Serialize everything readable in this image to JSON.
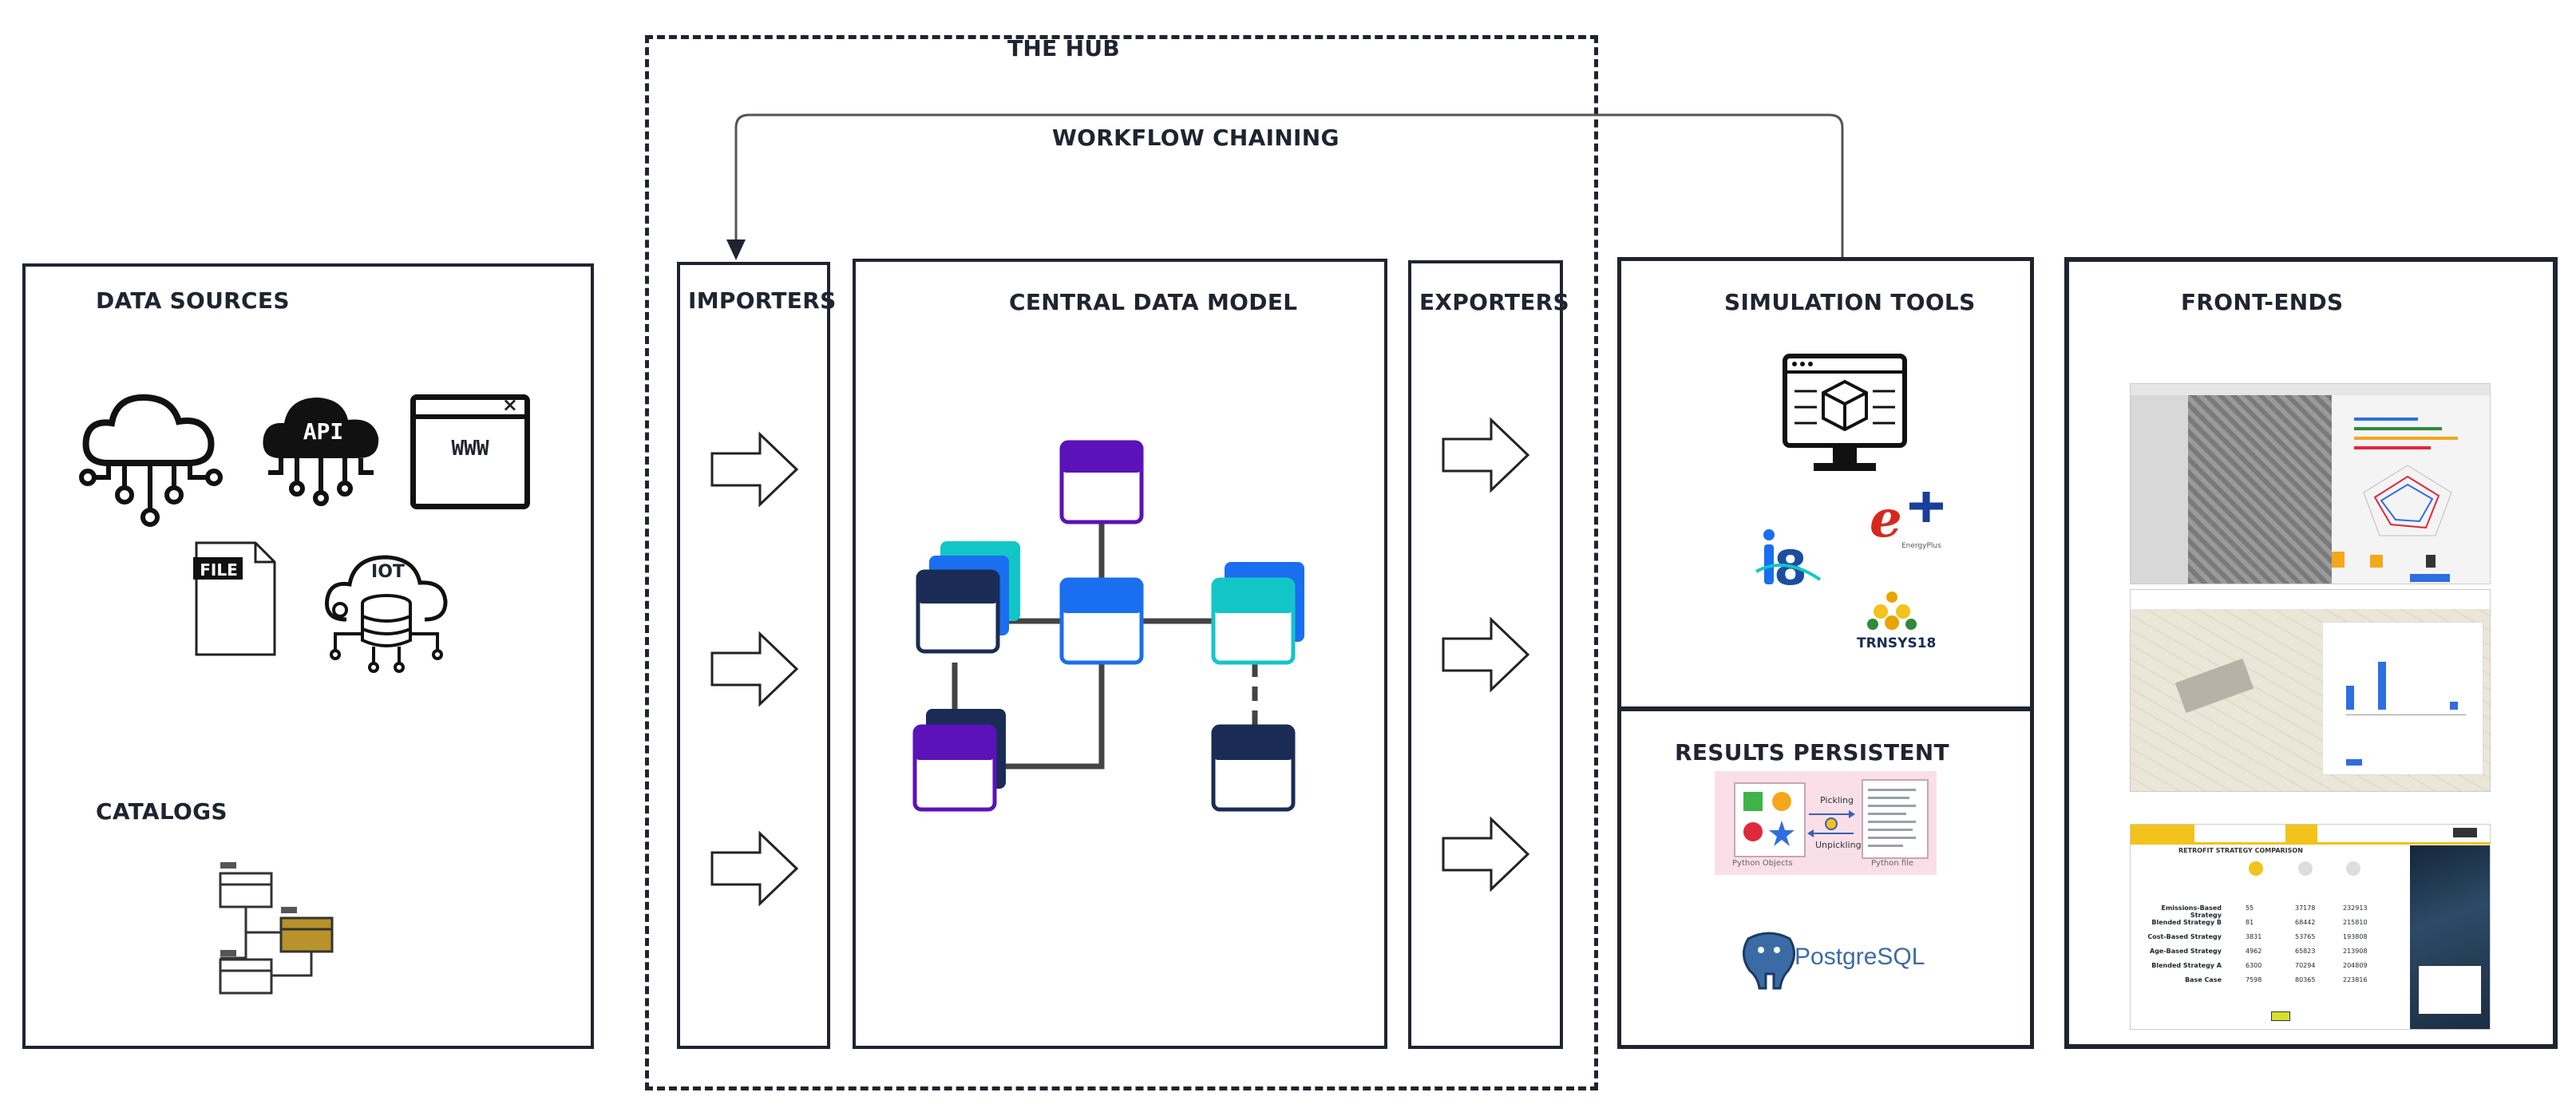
{
  "hub": {
    "title": "THE HUB",
    "workflow_label": "WORKFLOW CHAINING"
  },
  "panels": {
    "data_sources": "DATA SOURCES",
    "catalogs": "CATALOGS",
    "importers": "IMPORTERS",
    "central_model": "CENTRAL DATA MODEL",
    "exporters": "EXPORTERS",
    "simulation_tools": "SIMULATION TOOLS",
    "results": "RESULTS  PERSISTENT",
    "front_ends": "FRONT-ENDS"
  },
  "icons": {
    "api": "API",
    "www": "WWW",
    "file": "FILE",
    "iot": "IOT",
    "trnsys": "TRNSYS18",
    "postgres": "PostgreSQL",
    "python_objects": "Python Objects",
    "python_file": "Python file",
    "pickling": "Pickling",
    "unpickling": "Unpickling"
  },
  "table": {
    "title": "RETROFIT STRATEGY COMPARISON",
    "rows": [
      {
        "name": "Emissions-Based Strategy",
        "a": "55",
        "b": "37178",
        "c": "232913"
      },
      {
        "name": "Blended Strategy B",
        "a": "81",
        "b": "68442",
        "c": "215810"
      },
      {
        "name": "Cost-Based Strategy",
        "a": "3831",
        "b": "53765",
        "c": "193808"
      },
      {
        "name": "Age-Based Strategy",
        "a": "4962",
        "b": "65823",
        "c": "213908"
      },
      {
        "name": "Blended Strategy A",
        "a": "6300",
        "b": "70294",
        "c": "204809"
      },
      {
        "name": "Base Case",
        "a": "7598",
        "b": "80365",
        "c": "223816"
      }
    ]
  },
  "colors": {
    "dark": "#1f2430",
    "navy": "#1a2c55",
    "purple": "#5b12b8",
    "blue": "#1a6ef0",
    "cyan": "#12c6c8",
    "folder_gold": "#b8922a",
    "accent_yellow": "#f3c21b"
  }
}
